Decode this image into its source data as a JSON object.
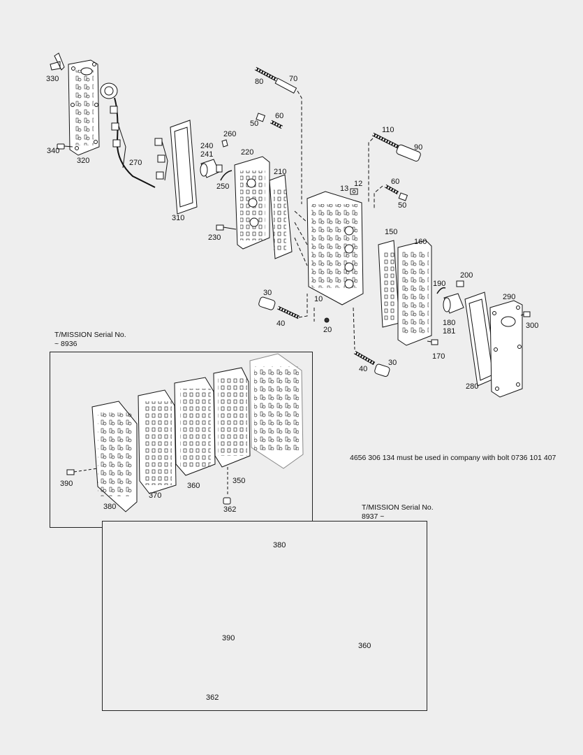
{
  "part_labels": {
    "p330": "330",
    "p340": "340",
    "p320": "320",
    "p270": "270",
    "p310": "310",
    "p240": "240",
    "p241": "241",
    "p260": "260",
    "p250": "250",
    "p220": "220",
    "p210": "210",
    "p230": "230",
    "p80": "80",
    "p70": "70",
    "p60a": "60",
    "p50a": "50",
    "p110": "110",
    "p90": "90",
    "p13": "13",
    "p12": "12",
    "p60b": "60",
    "p50b": "50",
    "p150": "150",
    "p160": "160",
    "p200": "200",
    "p190": "190",
    "p290": "290",
    "p300": "300",
    "p180": "180",
    "p181": "181",
    "p170": "170",
    "p280": "280",
    "p30a": "30",
    "p10": "10",
    "p40a": "40",
    "p20": "20",
    "p40b": "40",
    "p30b": "30",
    "p390a": "390",
    "p380a": "380",
    "p370": "370",
    "p360a": "360",
    "p350": "350",
    "p362a": "362",
    "p380b": "380",
    "p390b": "390",
    "p360b": "360",
    "p362b": "362"
  },
  "serial_old": {
    "line1": "T/MISSION Serial No.",
    "line2": "~ 8936"
  },
  "serial_new": {
    "line1": "T/MISSION Serial No.",
    "line2": "8937 ~"
  },
  "bolt_note": "4656 306 134 must be used in company with bolt 0736 101 407"
}
